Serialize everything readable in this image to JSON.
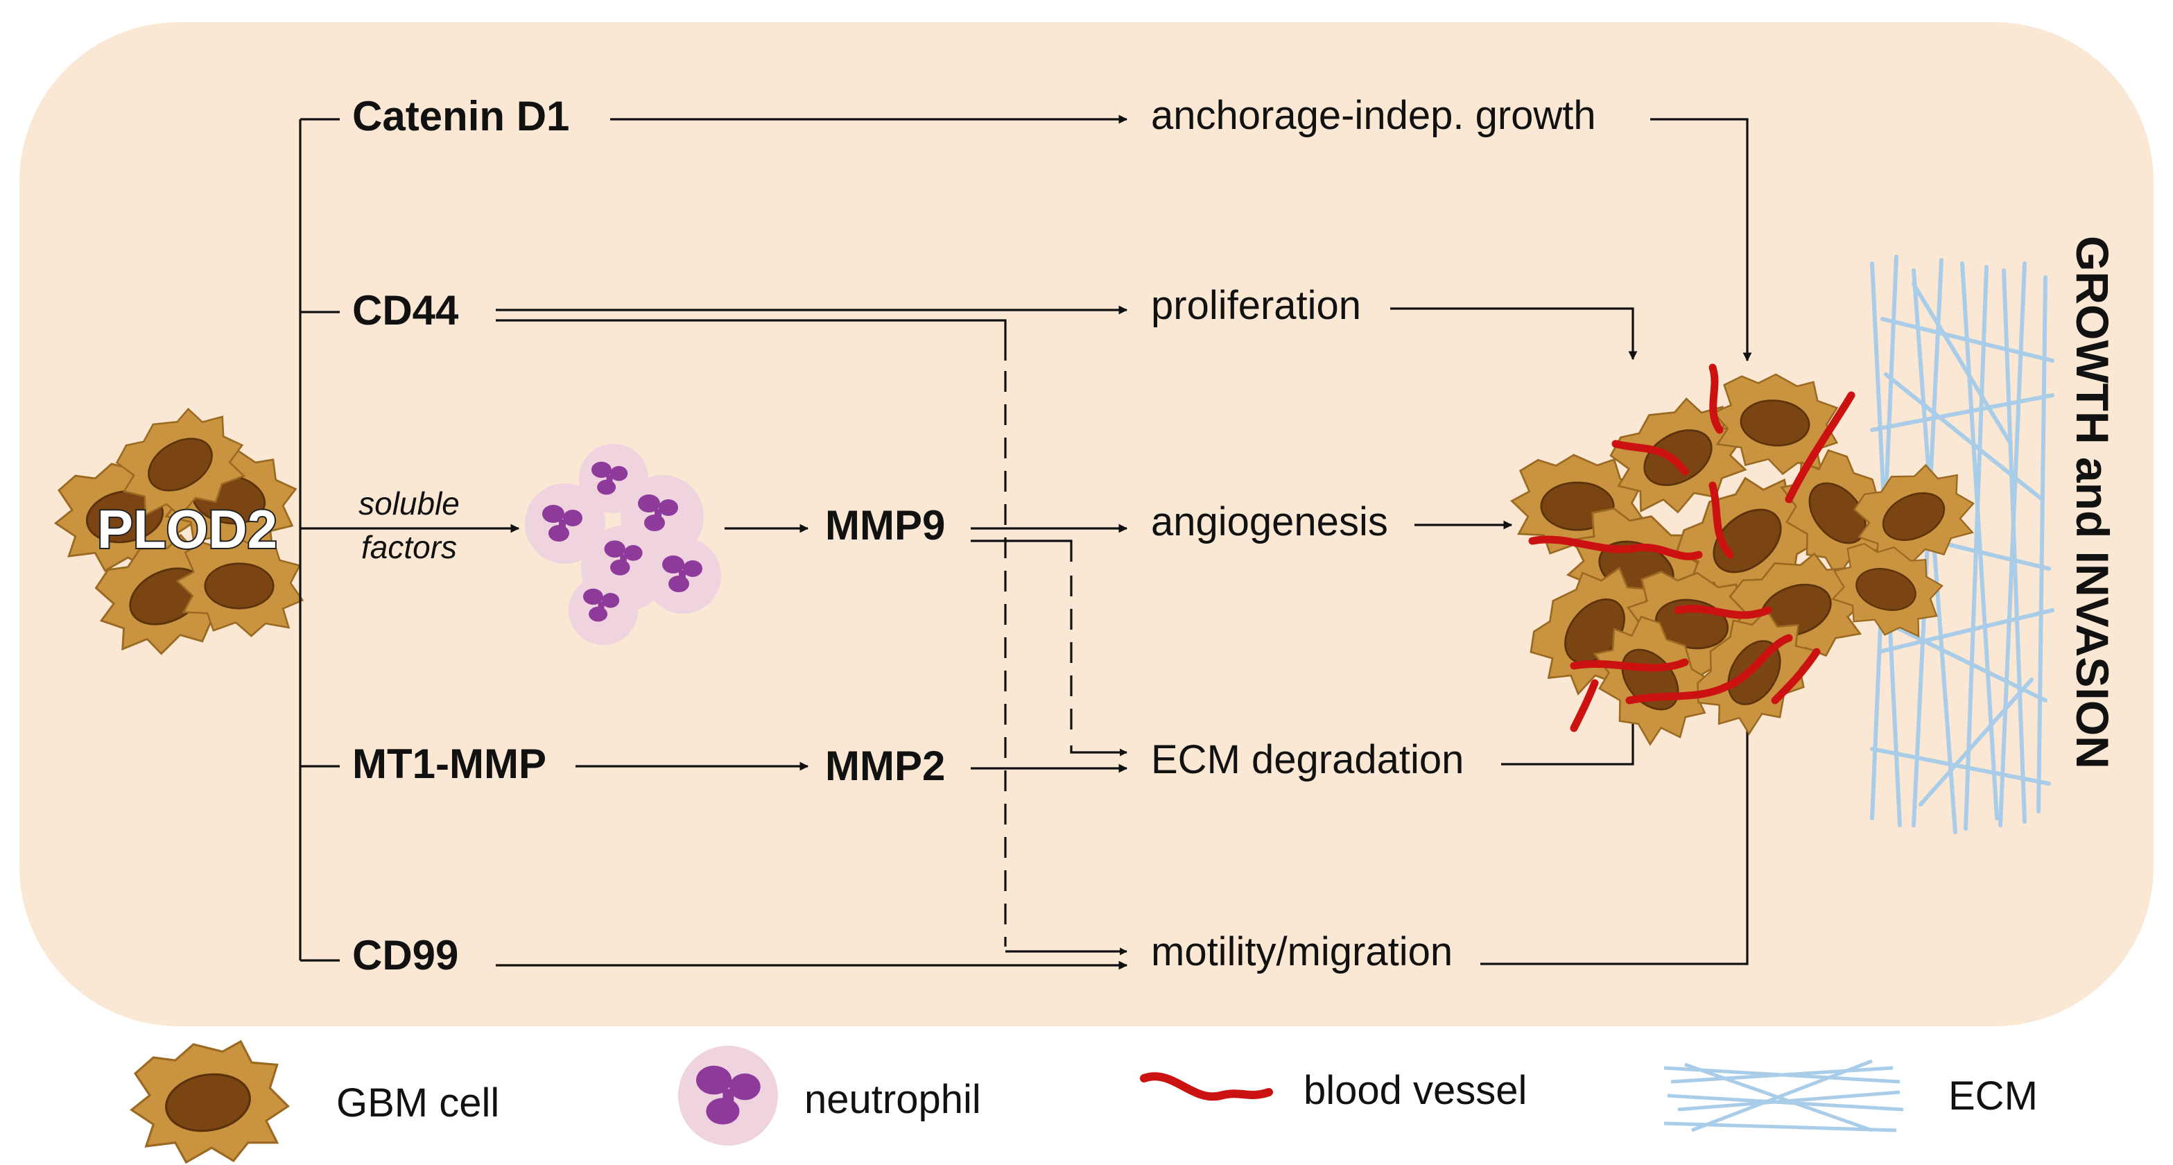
{
  "diagram": {
    "source": {
      "label": "PLOD2"
    },
    "soluble_factors": {
      "line1": "soluble",
      "line2": "factors"
    },
    "genes": {
      "catenin": "Catenin D1",
      "cd44": "CD44",
      "mt1mmp": "MT1-MMP",
      "cd99": "CD99",
      "mmp9": "MMP9",
      "mmp2": "MMP2"
    },
    "outcomes": {
      "anchorage": "anchorage-indep. growth",
      "proliferation": "proliferation",
      "angiogenesis": "angiogenesis",
      "ecm_degradation": "ECM degradation",
      "motility": "motility/migration"
    },
    "side_title": "GROWTH and INVASION"
  },
  "legend": {
    "gbm_cell": "GBM cell",
    "neutrophil": "neutrophil",
    "blood_vessel": "blood vessel",
    "ecm": "ECM"
  },
  "colors": {
    "background_panel": "#fbe8d4",
    "gbm_cell_body": "#c9933f",
    "gbm_nucleus": "#7a4513",
    "neutrophil_halo": "#efd3de",
    "neutrophil_lobes": "#8e3a9a",
    "blood_vessel": "#cc1111",
    "ecm_fibers": "#a9cde8"
  }
}
